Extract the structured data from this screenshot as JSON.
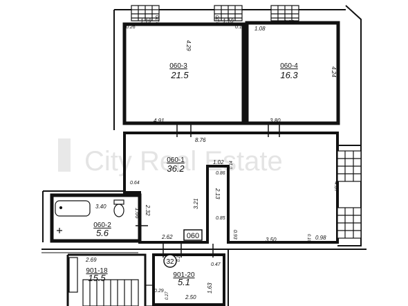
{
  "watermark": "City Real Estate",
  "unit_label": "060",
  "stair_marker": "32",
  "rooms": [
    {
      "id": "060-3",
      "area": "21.5"
    },
    {
      "id": "060-4",
      "area": "16.3"
    },
    {
      "id": "060-1",
      "area": "36.2"
    },
    {
      "id": "060-2",
      "area": "5.6"
    },
    {
      "id": "901-18",
      "area": "15.5"
    },
    {
      "id": "901-20",
      "area": "5.1"
    }
  ],
  "dimensions": {
    "d_0_26": "0.26",
    "d_1_19": "1.19",
    "d_0_20a": "0.20",
    "d_0_20b": "0.20",
    "d_1_10": "1.10",
    "d_0_11": "0.11",
    "d_1_08": "1.08",
    "d_1_09": "1.09",
    "d_4_29": "4.29",
    "d_4_24": "4.24",
    "d_4_91": "4.91",
    "d_3_80": "3.80",
    "d_8_76": "8.76",
    "d_1_02": "1.02",
    "d_0_86": "0.86",
    "d_0_14": "0.14",
    "d_0_64": "0.64",
    "d_4_37": "4.37",
    "d_2_13": "2.13",
    "d_3_21": "3.21",
    "d_3_40": "3.40",
    "d_2_32": "2.32",
    "d_1_66": "1.66",
    "d_0_85": "0.85",
    "d_0_93": "0.93",
    "d_3_50": "3.50",
    "d_0_10": "0.10",
    "d_0_98": "0.98",
    "d_2_62": "2.62",
    "d_2_69": "2.69",
    "d_0_27": "0.27",
    "d_0_47": "0.47",
    "d_1_63": "1.63",
    "d_0_29": "0.29",
    "d_0_27b": "0.27",
    "d_2_50": "2.50"
  }
}
